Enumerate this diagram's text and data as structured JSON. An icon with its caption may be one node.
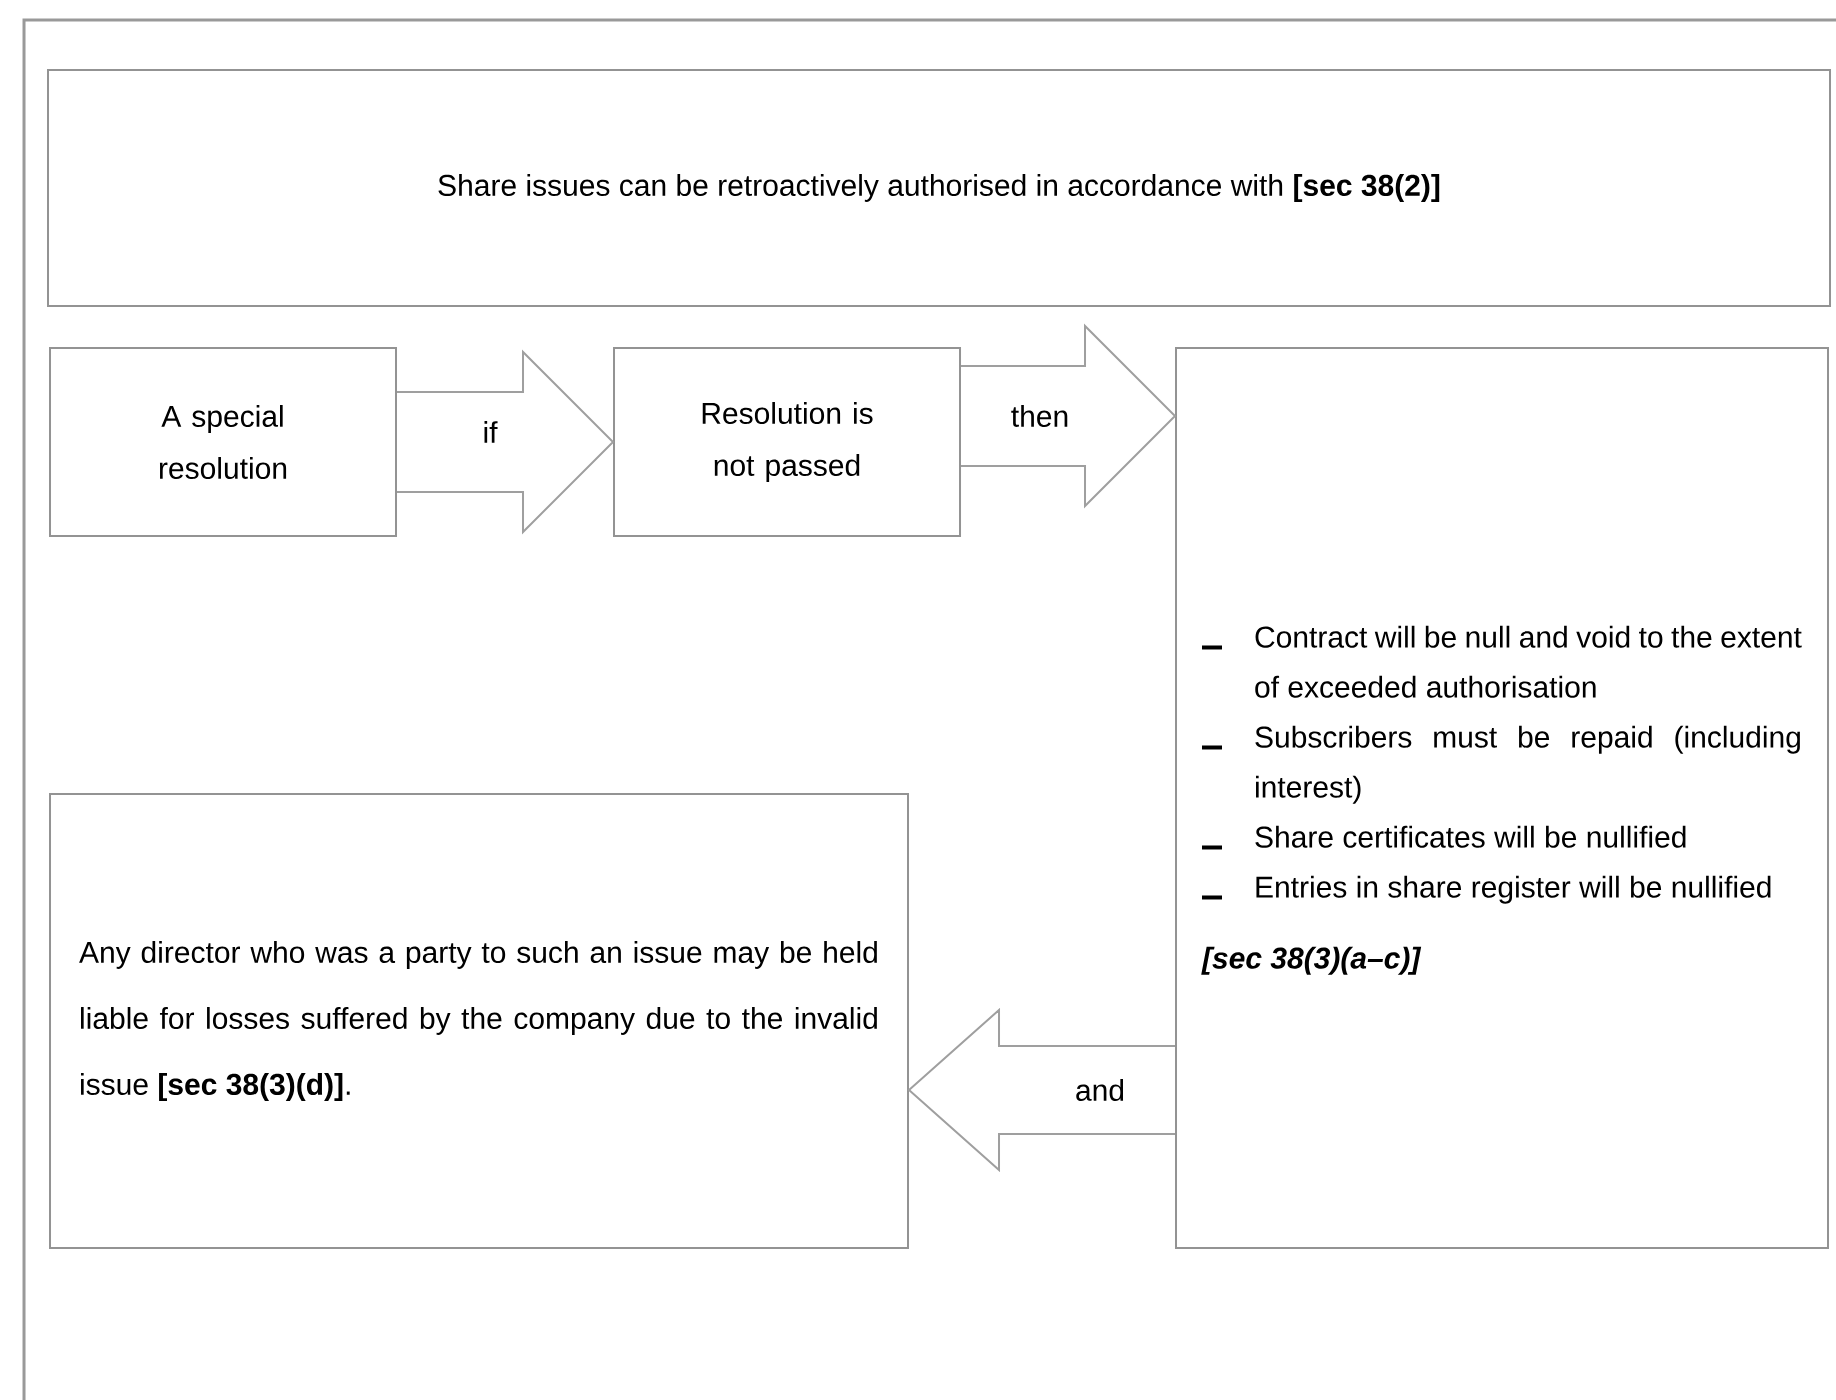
{
  "diagram": {
    "nodes": [
      {
        "text": [
          "Share issues can be retroactively authorised in accordance with **[sec 38(2)]**"
        ]
      },
      {
        "text": [
          "A special resolution"
        ]
      },
      {
        "text": [
          "Resolution is not passed"
        ]
      },
      {
        "text": [
          "Contract will be null and void to the extent of exceeded authorisation",
          "Subscribers must be repaid (including interest)",
          "Share certificates will be nullified",
          "Entries in share register will be nullified",
          "[sec 38(3)(a–c)]"
        ]
      },
      {
        "text": [
          "Any director who was a party to such an issue may be held liable for losses suffered by the company due to the invalid issue **[sec 38(3)(d)]**."
        ]
      }
    ],
    "edges": [
      {
        "from": 1,
        "to": 2,
        "arrow": "to",
        "label": "if"
      },
      {
        "from": 2,
        "to": 3,
        "arrow": "to",
        "label": "then"
      },
      {
        "from": 3,
        "to": 4,
        "arrow": "to",
        "label": "and"
      }
    ]
  }
}
